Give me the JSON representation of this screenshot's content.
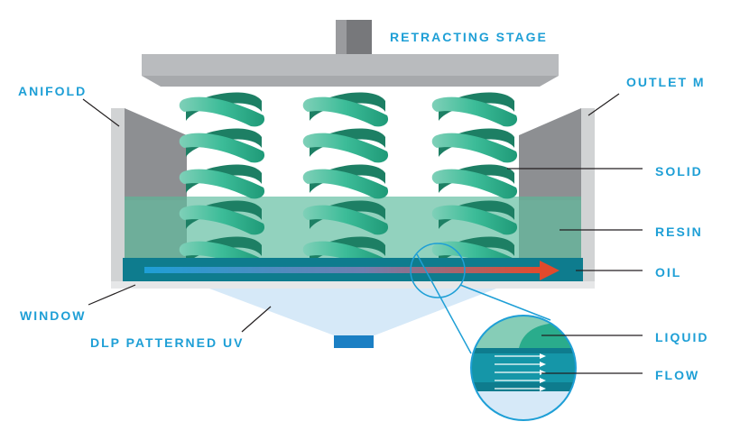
{
  "labels": {
    "retracting_stage": "RETRACTING STAGE",
    "manifold": "ANIFOLD",
    "outlet": "OUTLET M",
    "solid": "SOLID",
    "resin": "RESIN",
    "oil": "OIL",
    "window": "WINDOW",
    "dlp": "DLP PATTERNED UV",
    "liquid": "LIQUID",
    "flow": "FLOW"
  },
  "colors": {
    "label_text": "#1e9fd6",
    "stage": "#a7a9ac",
    "tank_wall": "#d1d3d4",
    "resin": "#86cdb7",
    "oil": "#0e7c8e",
    "coil": "#2aac8c",
    "flow_arrow_start": "#1e9fd6",
    "flow_arrow_end": "#e24a2c",
    "uv_light": "#d6e9f8",
    "uv_source": "#1b7fc4"
  },
  "icons": {
    "springs": "coil-spring-icon",
    "flow_arrow": "gradient-arrow-icon",
    "magnifier": "magnifier-circle-icon"
  }
}
